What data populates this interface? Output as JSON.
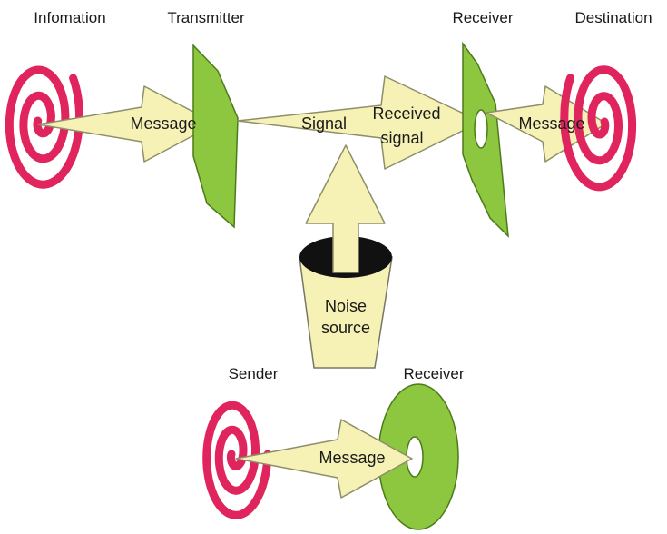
{
  "colors": {
    "spiral": "#e0245e",
    "arrow_fill": "#f6f2b5",
    "arrow_stroke": "#8e8e6a",
    "green": "#8dc63f",
    "green_dark": "#4d7a1a",
    "bucket_fill": "#f6f2b5",
    "bucket_rim": "#111111"
  },
  "top_model": {
    "labels": {
      "information": "Infomation",
      "transmitter": "Transmitter",
      "receiver": "Receiver",
      "destination": "Destination"
    },
    "arrow_labels": {
      "message_in": "Message",
      "signal": "Signal",
      "received_signal_line1": "Received",
      "received_signal_line2": "signal",
      "message_out": "Message"
    },
    "noise": {
      "line1": "Noise",
      "line2": "source"
    }
  },
  "bottom_model": {
    "labels": {
      "sender": "Sender",
      "receiver": "Receiver"
    },
    "arrow_label": "Message"
  },
  "icons": [
    "spiral-source-icon",
    "transmitter-plate-icon",
    "receiver-plate-icon",
    "spiral-destination-icon",
    "noise-bucket-icon",
    "sender-spiral-icon",
    "receiver-disc-icon"
  ]
}
